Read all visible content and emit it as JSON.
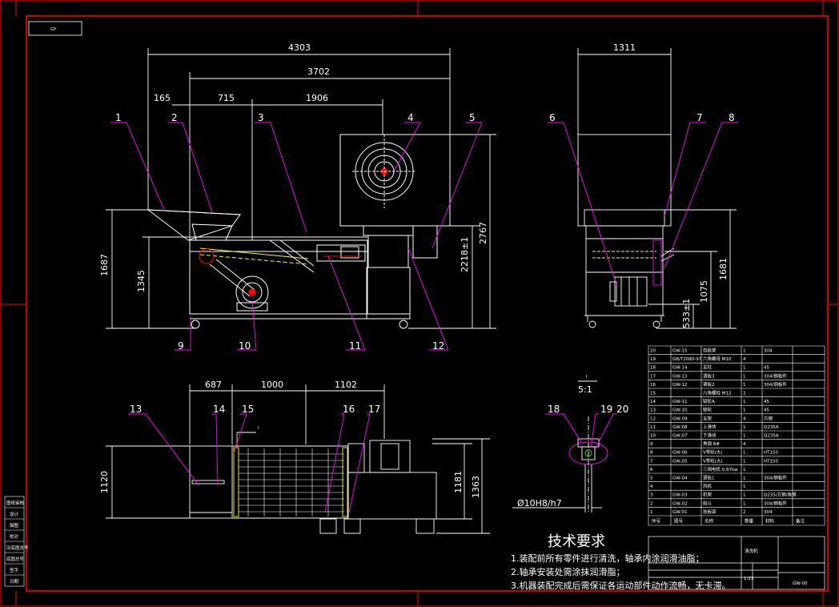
{
  "title_tag": "GY",
  "views": {
    "front": {
      "dims": {
        "overall": "4303",
        "inner": "3702",
        "d165": "165",
        "d715": "715",
        "d1906": "1906",
        "h1687": "1687",
        "h1345": "1345",
        "h2218": "2218±1",
        "h2767": "2767"
      },
      "balloons": [
        "1",
        "2",
        "3",
        "4",
        "5",
        "9",
        "10",
        "11",
        "12"
      ]
    },
    "side": {
      "dims": {
        "width": "1311",
        "h1681": "1681",
        "h1075": "1075",
        "h533": "533±1"
      },
      "balloons": [
        "6",
        "7",
        "8"
      ]
    },
    "top": {
      "dims": {
        "d687": "687",
        "d1000": "1000",
        "d1102": "1102",
        "h1120": "1120",
        "h1181": "1181",
        "h1363": "1363",
        "section": "I"
      },
      "balloons": [
        "13",
        "14",
        "15",
        "16",
        "17"
      ]
    },
    "detail": {
      "title": "I",
      "scale": "5:1",
      "fit": "Ø10H8/h7",
      "balloons": [
        "18",
        "19",
        "20"
      ]
    }
  },
  "bom": {
    "rows": [
      [
        "20",
        "GW-15",
        "挡板架",
        "1",
        "304"
      ],
      [
        "19",
        "GB/T2080-97",
        "六角螺母 M10",
        "4",
        ""
      ],
      [
        "18",
        "GW-14",
        "支柱",
        "1",
        "45"
      ],
      [
        "17",
        "GW-13",
        "罩板3",
        "1",
        "304/钢板件"
      ],
      [
        "16",
        "GW-12",
        "罩板2",
        "1",
        "304/钢板件"
      ],
      [
        "15",
        "",
        "六角螺栓 M12",
        "2",
        ""
      ],
      [
        "14",
        "GW-11",
        "链轮A",
        "1",
        "45"
      ],
      [
        "13",
        "GW-10",
        "链轮",
        "1",
        "45"
      ],
      [
        "12",
        "GW-09",
        "支架",
        "4",
        "方钢"
      ],
      [
        "11",
        "GW-08",
        "上滑块",
        "1",
        "Q235A"
      ],
      [
        "10",
        "GW-07",
        "下滑块",
        "1",
        "Q235A"
      ],
      [
        "9",
        "",
        "角钢 8#",
        "4",
        ""
      ],
      [
        "8",
        "GW-06",
        "V带轮(大)",
        "1",
        "HT150"
      ],
      [
        "7",
        "GW-05",
        "V带轮(大)",
        "1",
        "HT150"
      ],
      [
        "6",
        "",
        "三相电机 0.87kw",
        "1",
        ""
      ],
      [
        "5",
        "GW-04",
        "罩板1",
        "1",
        "304/钢板件"
      ],
      [
        "4",
        "",
        "风机",
        "1",
        ""
      ],
      [
        "3",
        "GW-03",
        "机架",
        "1",
        "Q235/方钢/角钢"
      ],
      [
        "2",
        "GW-02",
        "斜斗",
        "1",
        "304/钢板件"
      ],
      [
        "1",
        "GW-01",
        "挂板架",
        "2",
        "304"
      ]
    ],
    "header": [
      "序号",
      "图号",
      "名称",
      "数量",
      "材料",
      "备注"
    ]
  },
  "requirements": {
    "title": "技术要求",
    "items": [
      "1.装配前所有零件进行清洗，轴承内涂润滑油脂；",
      "2.轴承安装处需涂抹润滑脂；",
      "3.机器装配完成后需保证各运动部件动作流畅，无卡滞。"
    ]
  },
  "title_block": {
    "name": "清洗机",
    "code": "GW-00",
    "scale": "1:23"
  },
  "left_strip": [
    "图纸审核",
    "设计",
    "描图",
    "校对",
    "旧底图总号",
    "底图总号",
    "签字",
    "日期"
  ],
  "colors": {
    "frame": "#ff0000",
    "line": "#ffffff",
    "dim": "#ffffff",
    "leader": "#ff00ff",
    "hidden": "#ffff00",
    "body": "#00ffff",
    "cut": "#00ff00"
  }
}
